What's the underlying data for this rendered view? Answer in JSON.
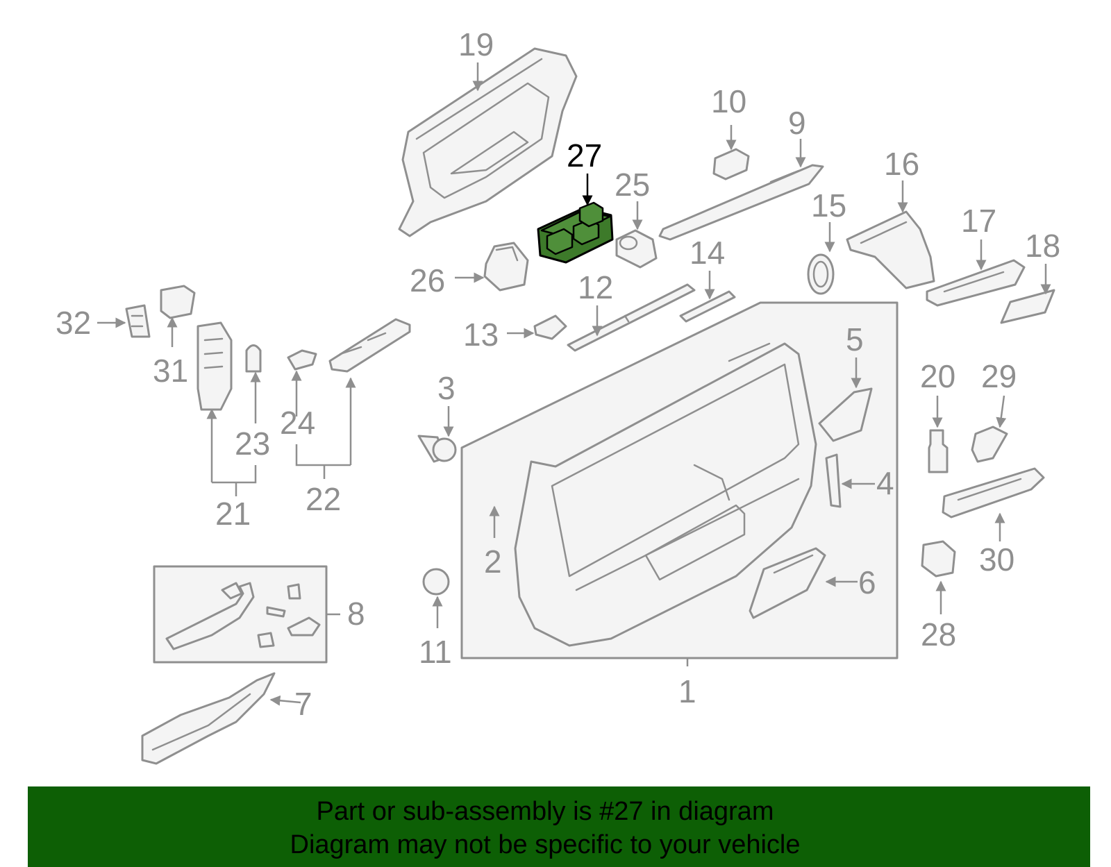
{
  "diagram": {
    "highlight_color": "#3d7a2a",
    "highlighted_callout": "27",
    "callouts": {
      "c1": "1",
      "c2": "2",
      "c3": "3",
      "c4": "4",
      "c5": "5",
      "c6": "6",
      "c7": "7",
      "c8": "8",
      "c9": "9",
      "c10": "10",
      "c11": "11",
      "c12": "12",
      "c13": "13",
      "c14": "14",
      "c15": "15",
      "c16": "16",
      "c17": "17",
      "c18": "18",
      "c19": "19",
      "c20": "20",
      "c21": "21",
      "c22": "22",
      "c23": "23",
      "c24": "24",
      "c25": "25",
      "c26": "26",
      "c27": "27",
      "c28": "28",
      "c29": "29",
      "c30": "30",
      "c31": "31",
      "c32": "32"
    }
  },
  "banner": {
    "background": "#0d5f05",
    "line1": "Part or sub-assembly is #27 in diagram",
    "line2": "Diagram may not be specific to your vehicle"
  }
}
